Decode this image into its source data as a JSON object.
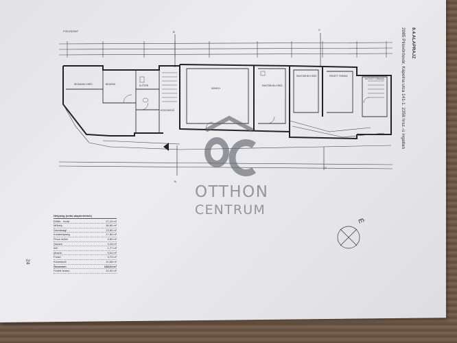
{
  "photo": {
    "description_type": "photograph of printed floor plan on paper"
  },
  "sheet": {
    "vertical_title_line1": "8.4.ALAPRAJZ",
    "vertical_title_line2": "2085 Pilisvörösvár, Kápolna utca 141-1. 2358 hrsz.-ú ingatlan",
    "page_number": "24",
    "floor_label": "FÖLDSZINT",
    "north_label": "É"
  },
  "rooms": [
    {
      "label": "IRODAHELYISÉG"
    },
    {
      "label": "BEJÁRAT"
    },
    {
      "label": "ELŐTÉR"
    },
    {
      "label": "MŰHELY"
    },
    {
      "label": "RAKTÁRHELYISÉG"
    },
    {
      "label": "RAKTÁRHELYISÉG"
    },
    {
      "label": "FEDETT TERASZ"
    },
    {
      "label": "KÖZLEKEDŐ"
    },
    {
      "label": "NYITOTT TERASZ"
    }
  ],
  "legend": {
    "title": "Helyiség (nettó alapterületek)",
    "rows": [
      {
        "name": "Előtér - iroda",
        "value": "17,10 m²"
      },
      {
        "name": "Műhely",
        "value": "36,60 m²"
      },
      {
        "name": "Gazdasági",
        "value": "13,80 m²"
      },
      {
        "name": "Irodahelyiség",
        "value": "17,80 m²"
      },
      {
        "name": "Pince előtér",
        "value": "9,80 m²"
      },
      {
        "name": "Garázs",
        "value": "9,18 m²"
      },
      {
        "name": "WC",
        "value": "1,77 m²"
      },
      {
        "name": "Mosdó",
        "value": "9,04 m²"
      },
      {
        "name": "Fürdő",
        "value": "3,70 m²"
      },
      {
        "name": "Közlekedő",
        "value": "10,08 m²"
      },
      {
        "name": "Összesen",
        "value": "128,64 m²",
        "total": true
      },
      {
        "name": "Fedett terasz",
        "value": "12,02 m²"
      }
    ]
  },
  "watermark": {
    "line1": "OTTHON",
    "line2": "CENTRUM"
  },
  "colors": {
    "paper": "#e8e8eb",
    "ink": "#333333",
    "watermark": "#5f5f69",
    "wood": "#6f5a49"
  }
}
